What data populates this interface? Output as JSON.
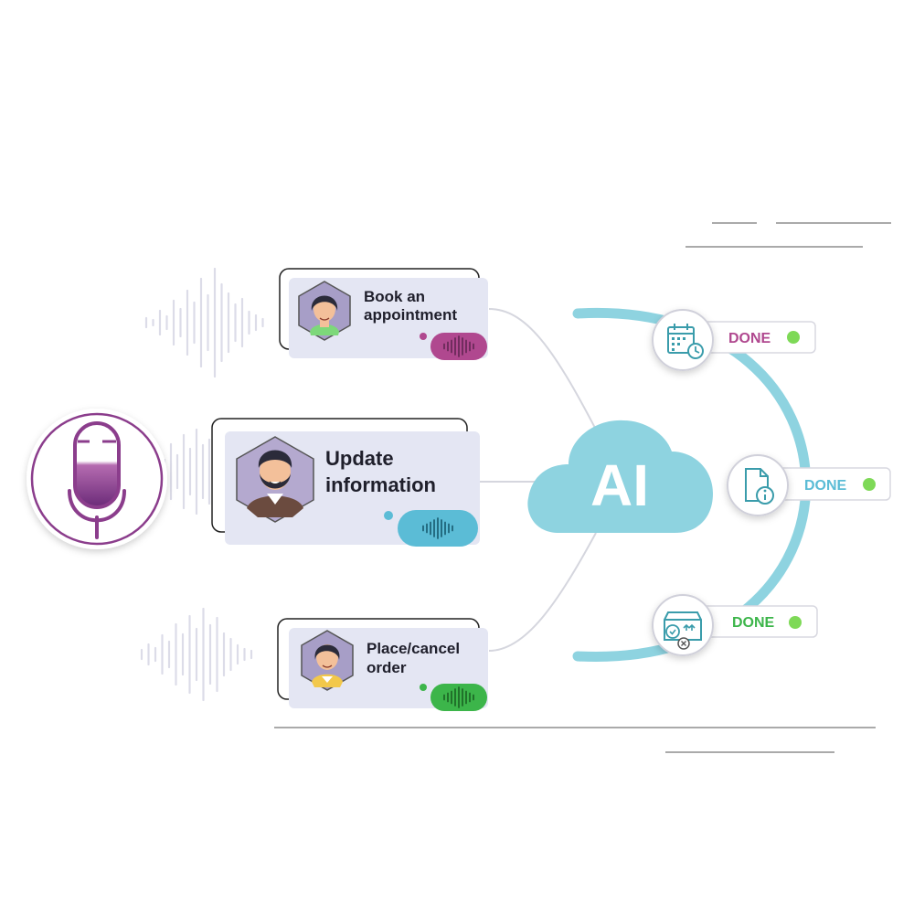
{
  "requests": [
    {
      "label_lines": [
        "Book an",
        "appointment"
      ],
      "accent": "#b0488f"
    },
    {
      "label_lines": [
        "Update",
        "information"
      ],
      "accent": "#5bbcd6"
    },
    {
      "label_lines": [
        "Place/cancel",
        "order"
      ],
      "accent": "#3cb54a"
    }
  ],
  "ai": {
    "label": "AI",
    "color": "#8ed3e0"
  },
  "statuses": [
    {
      "label": "DONE",
      "icon": "calendar-clock-icon",
      "color": "#b0488f"
    },
    {
      "label": "DONE",
      "icon": "document-info-icon",
      "color": "#5bbcd6"
    },
    {
      "label": "DONE",
      "icon": "package-status-icon",
      "color": "#3cb54a"
    }
  ],
  "colors": {
    "arc": "#8ed3e0",
    "mic": "#8b3d8c",
    "card_fill": "#e4e6f3",
    "status_dot": "#7ed957",
    "wave": "#dcdce8",
    "connector": "#d5d6de"
  },
  "mic_icon": "microphone-icon"
}
